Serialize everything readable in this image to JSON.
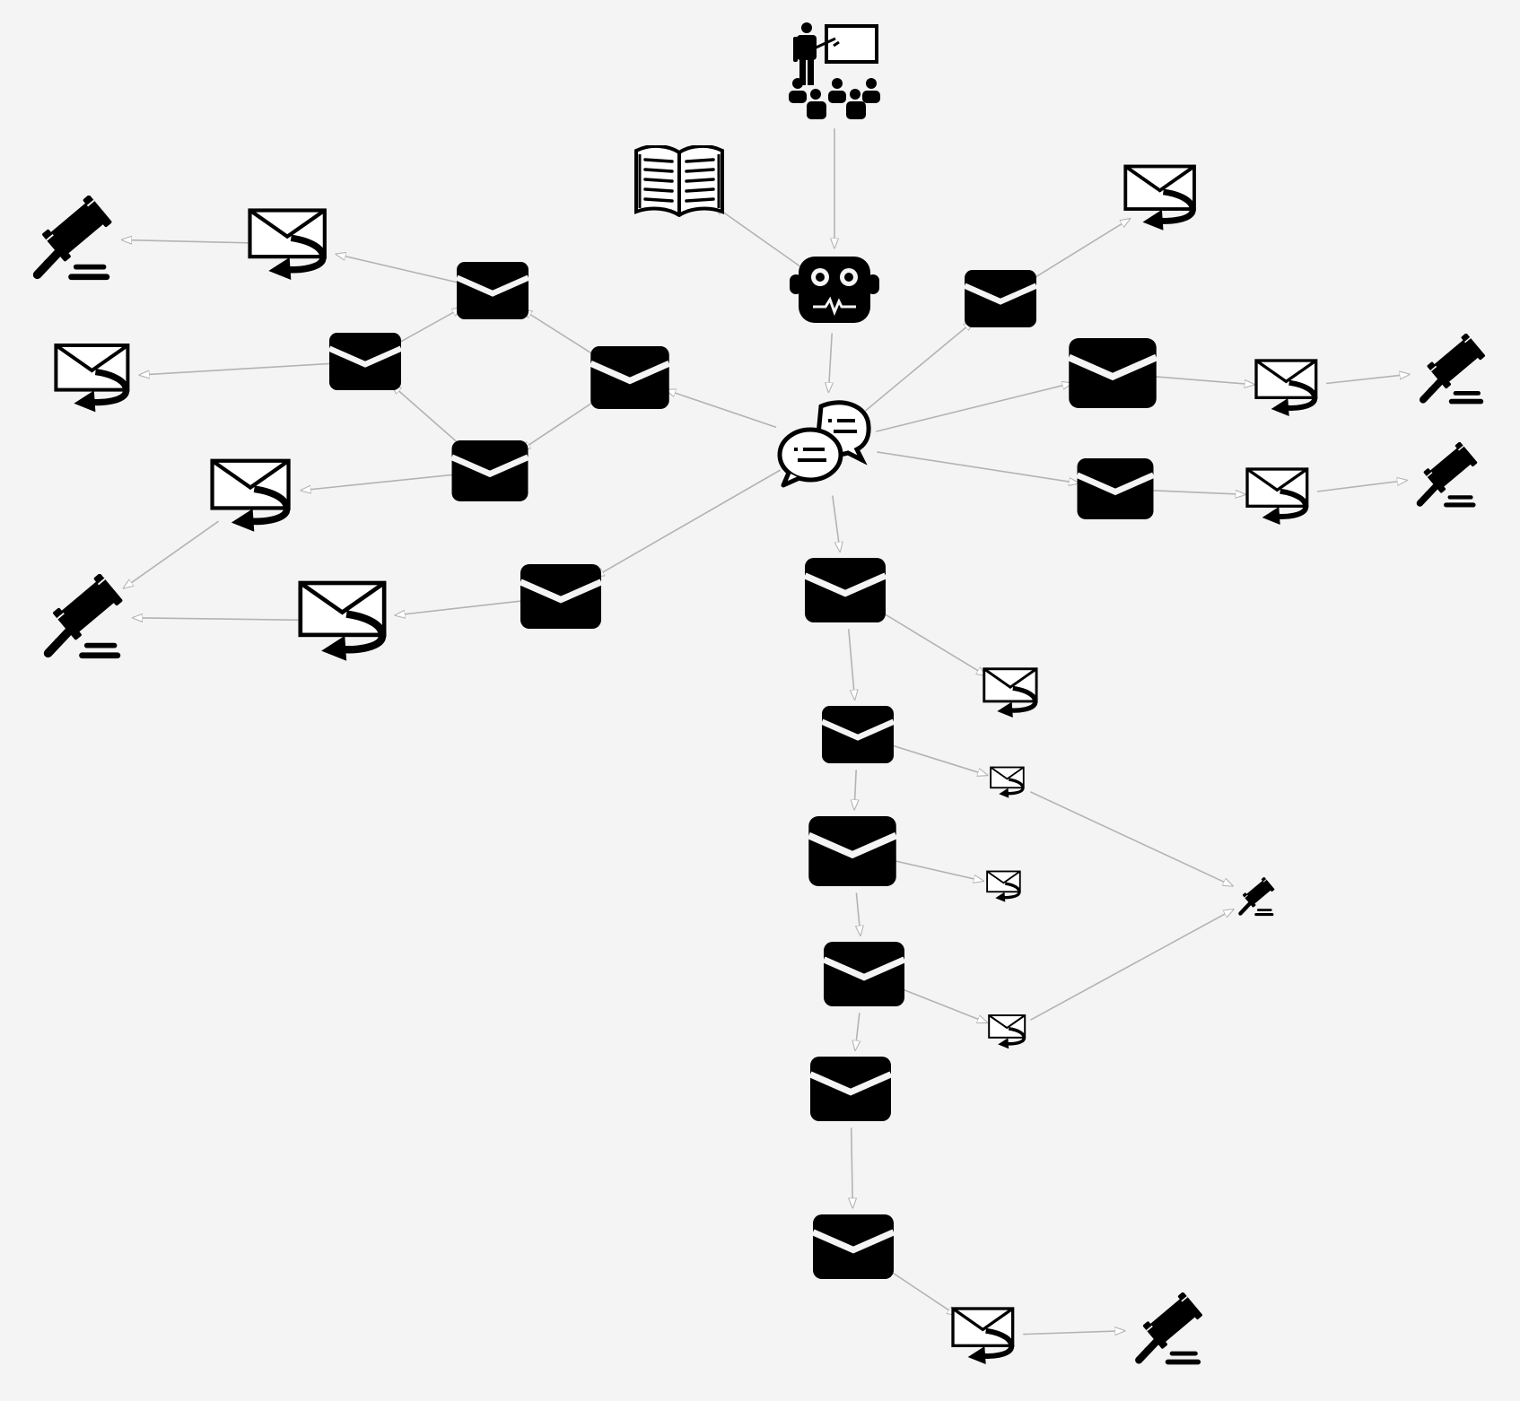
{
  "diagram": {
    "background": "#f4f4f4",
    "edge_color": "#b3b3b3",
    "icon_color": "#000000",
    "node_kinds": {
      "presenter": "presenter-audience-icon",
      "book": "open-book-icon",
      "robot": "robot-icon",
      "chat": "chat-bubbles-icon",
      "mail": "filled-mail-icon",
      "reply": "mail-reply-icon",
      "gavel": "gavel-icon"
    },
    "nodes": [
      {
        "id": "presenter",
        "kind": "presenter"
      },
      {
        "id": "book",
        "kind": "book"
      },
      {
        "id": "robot",
        "kind": "robot"
      },
      {
        "id": "chat",
        "kind": "chat"
      },
      {
        "id": "m1",
        "kind": "mail"
      },
      {
        "id": "m2",
        "kind": "mail"
      },
      {
        "id": "m3",
        "kind": "mail"
      },
      {
        "id": "m4",
        "kind": "mail"
      },
      {
        "id": "m5",
        "kind": "mail"
      },
      {
        "id": "m6",
        "kind": "mail"
      },
      {
        "id": "m7",
        "kind": "mail"
      },
      {
        "id": "m8",
        "kind": "mail"
      },
      {
        "id": "m9",
        "kind": "mail"
      },
      {
        "id": "m10",
        "kind": "mail"
      },
      {
        "id": "m11",
        "kind": "mail"
      },
      {
        "id": "m12",
        "kind": "mail"
      },
      {
        "id": "m13",
        "kind": "mail"
      },
      {
        "id": "m14",
        "kind": "mail"
      },
      {
        "id": "m15",
        "kind": "mail"
      },
      {
        "id": "r1",
        "kind": "reply"
      },
      {
        "id": "r2",
        "kind": "reply"
      },
      {
        "id": "r3",
        "kind": "reply"
      },
      {
        "id": "r4",
        "kind": "reply"
      },
      {
        "id": "r5",
        "kind": "reply"
      },
      {
        "id": "r6",
        "kind": "reply"
      },
      {
        "id": "r7",
        "kind": "reply"
      },
      {
        "id": "r8",
        "kind": "reply"
      },
      {
        "id": "r9",
        "kind": "reply"
      },
      {
        "id": "r10",
        "kind": "reply"
      },
      {
        "id": "r11",
        "kind": "reply"
      },
      {
        "id": "r12",
        "kind": "reply"
      },
      {
        "id": "g1",
        "kind": "gavel"
      },
      {
        "id": "g2",
        "kind": "gavel"
      },
      {
        "id": "g3",
        "kind": "gavel"
      },
      {
        "id": "g4",
        "kind": "gavel"
      },
      {
        "id": "g5",
        "kind": "gavel"
      },
      {
        "id": "g6",
        "kind": "gavel"
      }
    ],
    "edges": [
      [
        "presenter",
        "robot"
      ],
      [
        "robot",
        "book"
      ],
      [
        "robot",
        "chat"
      ],
      [
        "chat",
        "m1"
      ],
      [
        "chat",
        "m2"
      ],
      [
        "chat",
        "m3"
      ],
      [
        "chat",
        "m4"
      ],
      [
        "chat",
        "m5"
      ],
      [
        "chat",
        "m6"
      ],
      [
        "m1",
        "r1"
      ],
      [
        "m2",
        "r2"
      ],
      [
        "m2",
        "r3"
      ],
      [
        "m3",
        "r4"
      ],
      [
        "m3",
        "r5"
      ],
      [
        "m4",
        "m7"
      ],
      [
        "m4",
        "m8"
      ],
      [
        "m7",
        "m9"
      ],
      [
        "m8",
        "m9"
      ],
      [
        "m8",
        "r6"
      ],
      [
        "m9",
        "r7"
      ],
      [
        "m10",
        "m7"
      ],
      [
        "m10",
        "r8"
      ],
      [
        "m7",
        "r9"
      ],
      [
        "r7",
        "g1"
      ],
      [
        "r8",
        "g2"
      ],
      [
        "r9",
        "g2"
      ],
      [
        "r4",
        "g3"
      ],
      [
        "r5",
        "g4"
      ],
      [
        "m6",
        "r10"
      ],
      [
        "m6",
        "m11"
      ],
      [
        "m11",
        "r11"
      ],
      [
        "m11",
        "m12"
      ],
      [
        "m12",
        "r12"
      ],
      [
        "m12",
        "m13"
      ],
      [
        "r11",
        "g5"
      ],
      [
        "m13",
        "m14"
      ],
      [
        "m14",
        "m15"
      ],
      [
        "m15",
        "r13"
      ],
      [
        "r13",
        "g6"
      ]
    ]
  }
}
